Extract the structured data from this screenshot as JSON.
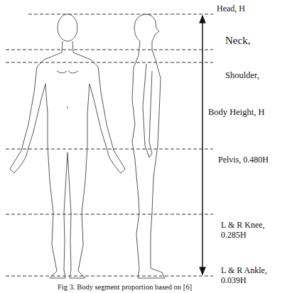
{
  "diagram": {
    "caption": "Fig 3. Body segment proportion based on [6]",
    "labels": [
      "Head, H",
      "Neck,",
      "Shoulder,",
      "Body Height, H",
      "Pelvis, 0.480H",
      "L & R Knee, 0.285H",
      "L & R Ankle, 0.039H"
    ]
  }
}
